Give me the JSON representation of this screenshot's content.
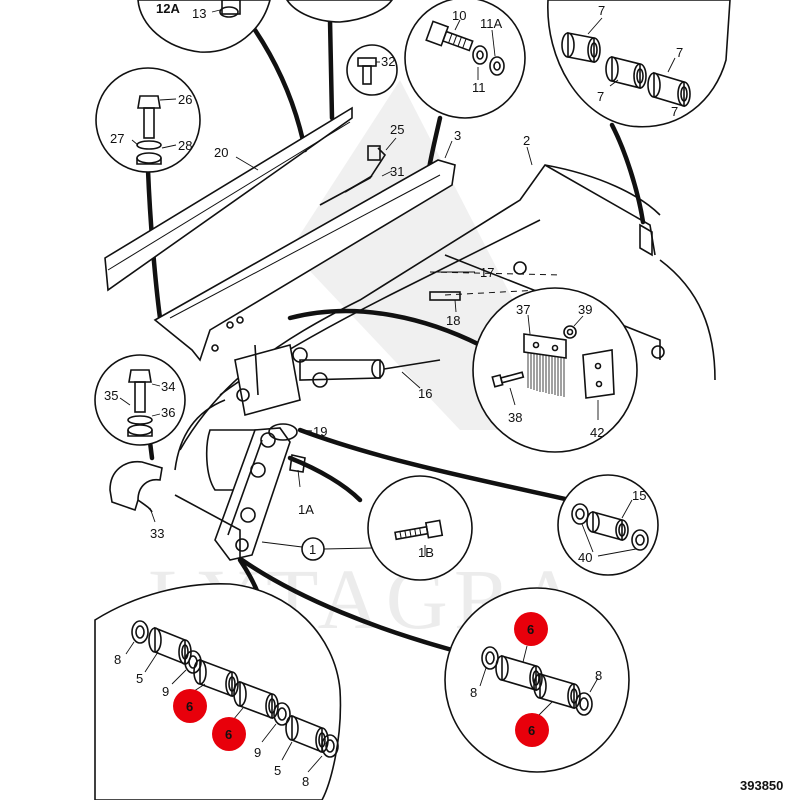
{
  "watermark": "LYTAGRA",
  "drawing_number": "393850",
  "labels": {
    "l12a": "12A",
    "l13": "13",
    "l10": "10",
    "l11a": "11A",
    "l11": "11",
    "l7a": "7",
    "l7b": "7",
    "l7c": "7",
    "l7d": "7",
    "l32": "32",
    "l26": "26",
    "l27": "27",
    "l28": "28",
    "l20": "20",
    "l25": "25",
    "l31": "31",
    "l3": "3",
    "l2": "2",
    "l17": "17",
    "l18": "18",
    "l37": "37",
    "l39": "39",
    "l38": "38",
    "l42": "42",
    "l16": "16",
    "l35": "35",
    "l34": "34",
    "l36": "36",
    "l33": "33",
    "l19": "19",
    "l1a": "1A",
    "l1": "1",
    "l1b": "1B",
    "l15": "15",
    "l40": "40",
    "lb8a": "8",
    "lb5a": "5",
    "lb9a": "9",
    "lb9b": "9",
    "lb5b": "5",
    "lb8b": "8",
    "lr8a": "8",
    "lr8b": "8"
  },
  "highlight_color": "#e8000b",
  "highlighted_parts": [
    {
      "label": "6"
    },
    {
      "label": "6"
    },
    {
      "label": "6"
    },
    {
      "label": "6"
    }
  ]
}
